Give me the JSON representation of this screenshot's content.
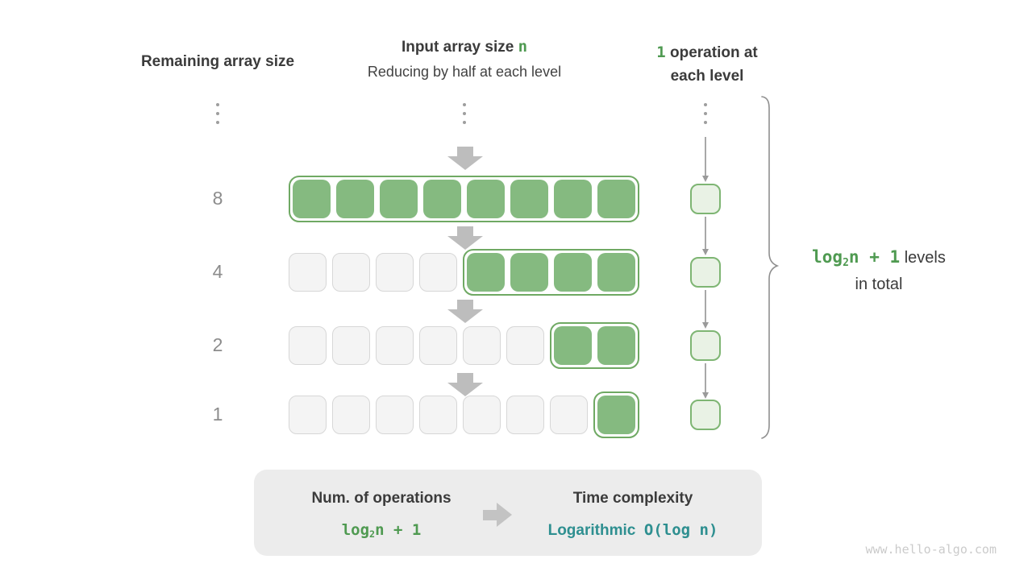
{
  "header": {
    "col_left": "Remaining array size",
    "col_center_title_prefix": "Input array size ",
    "col_center_title_var": "n",
    "col_center_subtitle": "Reducing by half at each level",
    "col_right_num": "1",
    "col_right_line1_rest": " operation at",
    "col_right_line2": "each level"
  },
  "rows": [
    {
      "label": "8",
      "gray_cells": 0,
      "green_cells": 8
    },
    {
      "label": "4",
      "gray_cells": 4,
      "green_cells": 4
    },
    {
      "label": "2",
      "gray_cells": 6,
      "green_cells": 2
    },
    {
      "label": "1",
      "gray_cells": 7,
      "green_cells": 1
    }
  ],
  "operations_column": {
    "cell_count": 4
  },
  "brace_annotation": {
    "formula_log": "log",
    "formula_sub": "2",
    "formula_rest": "n + 1",
    "text_line1": " levels",
    "text_line2": "in total"
  },
  "summary": {
    "left_title": "Num. of operations",
    "left_formula_log": "log",
    "left_formula_sub": "2",
    "left_formula_rest": "n + 1",
    "right_title": "Time complexity",
    "right_value_name": "Logarithmic",
    "right_value_bigo": "O(log n)"
  },
  "watermark": "www.hello-algo.com",
  "colors": {
    "accent_green_text": "#4f9a51",
    "active_cell_green": "#85ba80",
    "active_outline_green": "#6fa963",
    "empty_cell_gray": "#f4f4f4",
    "operation_cell_fill": "#e9f2e5",
    "teal_text": "#2e8f90",
    "arrow_gray": "#bdbdbd",
    "summary_box_bg": "#ececec"
  }
}
